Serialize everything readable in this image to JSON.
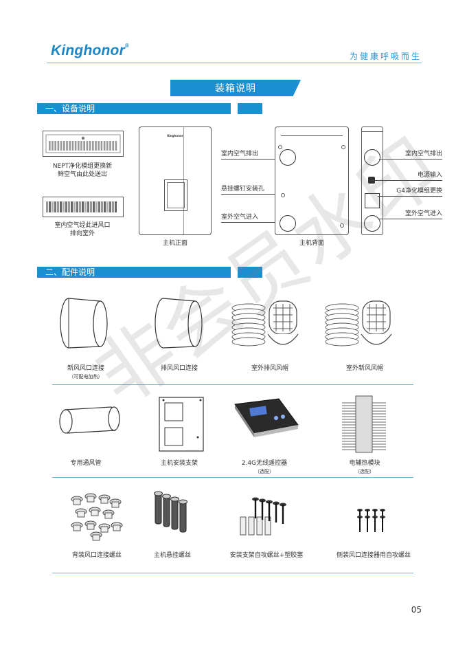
{
  "header": {
    "logo_text": "Kinghonor",
    "logo_mark": "®",
    "slogan": "为健康呼吸而生"
  },
  "page_title": "装箱说明",
  "section1": {
    "heading": "一、设备说明",
    "filter_note_1": "NEPT净化模组更换新",
    "filter_note_2": "鲜空气由此处送出",
    "outlet_note_1": "室内空气经此进风口",
    "outlet_note_2": "排向室外",
    "front_caption": "主机正面",
    "front_brand": "Kinghonor",
    "back_caption": "主机背面",
    "back_labels": [
      "室内空气排出",
      "悬挂螺钉安装孔",
      "室外空气进入"
    ],
    "side_labels": [
      "室内空气排出",
      "电源输入",
      "G4净化模组更换",
      "室外空气进入"
    ]
  },
  "section2": {
    "heading": "二、配件说明",
    "row1": [
      {
        "label": "新风风口连接",
        "note": "（可配电加热）"
      },
      {
        "label": "排风风口连接",
        "note": ""
      },
      {
        "label": "室外排风风帽",
        "note": ""
      },
      {
        "label": "室外新风风帽",
        "note": ""
      }
    ],
    "row2": [
      {
        "label": "专用通风管",
        "note": ""
      },
      {
        "label": "主机安装支架",
        "note": ""
      },
      {
        "label": "2.4G无线遥控器",
        "note": "（选配）"
      },
      {
        "label": "电辅热模块",
        "note": "（选配）"
      }
    ],
    "row3": [
      {
        "label": "背装风口连接螺丝",
        "note": ""
      },
      {
        "label": "主机悬挂螺丝",
        "note": ""
      },
      {
        "label": "安装支架自攻螺丝+塑胶塞",
        "note": ""
      },
      {
        "label": "侧装风口连接器用自攻螺丝",
        "note": ""
      }
    ]
  },
  "page_number": "05",
  "watermark_text": "非会员水印",
  "colors": {
    "accent": "#1b8fd2",
    "rule": "#6fb7de"
  }
}
